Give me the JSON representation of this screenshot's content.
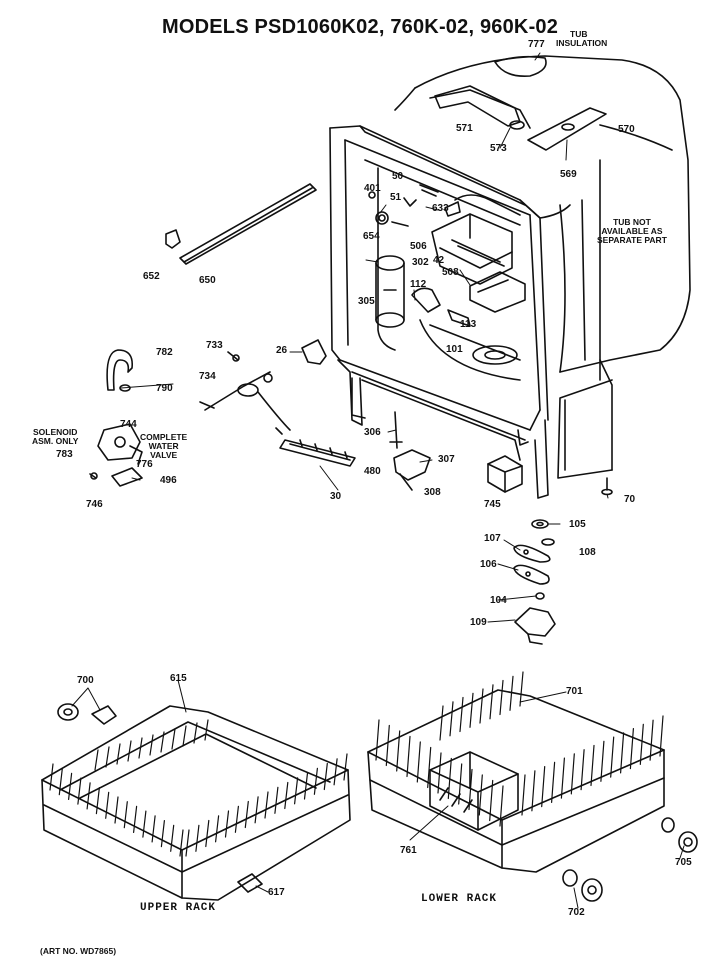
{
  "title": "MODELS PSD1060K02, 760K-02, 960K-02",
  "notes": {
    "tub_insulation": [
      "TUB",
      "INSULATION"
    ],
    "tub_not_available": [
      "TUB NOT",
      "AVAILABLE AS",
      "SEPARATE PART"
    ],
    "solenoid": [
      "SOLENOID",
      "ASM. ONLY"
    ],
    "complete_water_valve": [
      "COMPLETE",
      "WATER",
      "VALVE"
    ]
  },
  "captions": {
    "upper_rack": "UPPER RACK",
    "lower_rack": "LOWER RACK"
  },
  "art_no": "(ART NO. WD7865)",
  "parts": [
    "777",
    "571",
    "573",
    "570",
    "569",
    "50",
    "51",
    "401",
    "633",
    "654",
    "506",
    "42",
    "302",
    "508",
    "112",
    "305",
    "113",
    "101",
    "650",
    "652",
    "782",
    "790",
    "733",
    "734",
    "26",
    "744",
    "783",
    "776",
    "496",
    "746",
    "30",
    "306",
    "480",
    "307",
    "308",
    "745",
    "70",
    "105",
    "107",
    "108",
    "106",
    "104",
    "109",
    "700",
    "615",
    "701",
    "761",
    "705",
    "617",
    "702"
  ]
}
